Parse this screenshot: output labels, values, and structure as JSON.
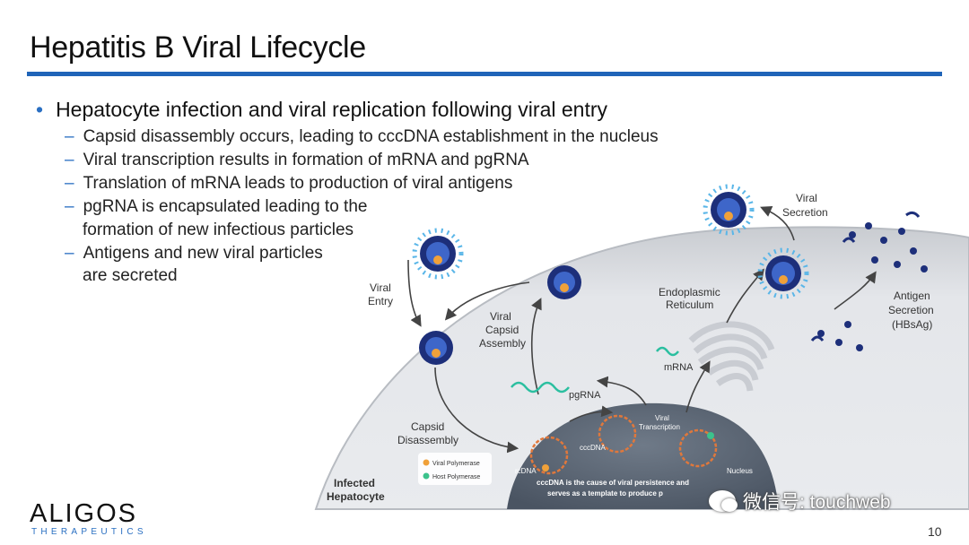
{
  "slide": {
    "title": "Hepatitis B Viral Lifecycle",
    "page_number": "10"
  },
  "bullets": {
    "main": "Hepatocyte infection and viral replication following viral entry",
    "subs": [
      "Capsid disassembly occurs, leading to cccDNA establishment in the nucleus",
      "Viral transcription results in formation of mRNA and pgRNA",
      "Translation of mRNA leads to production of viral antigens",
      "pgRNA is encapsulated leading to the",
      "Antigens and new viral particles"
    ],
    "continuations": [
      "formation of new infectious particles",
      "are secreted"
    ]
  },
  "diagram": {
    "labels": {
      "viral_entry_1": "Viral",
      "viral_entry_2": "Entry",
      "viral_capsid_assembly_1": "Viral",
      "viral_capsid_assembly_2": "Capsid",
      "viral_capsid_assembly_3": "Assembly",
      "capsid_disassembly_1": "Capsid",
      "capsid_disassembly_2": "Disassembly",
      "infected_hepatocyte_1": "Infected",
      "infected_hepatocyte_2": "Hepatocyte",
      "er_1": "Endoplasmic",
      "er_2": "Reticulum",
      "mrna": "mRNA",
      "pgrna": "pgRNA",
      "viral_transcription_1": "Viral",
      "viral_transcription_2": "Transcription",
      "cccdna": "cccDNA",
      "rcdna": "rcDNA",
      "nucleus": "Nucleus",
      "viral_polymerase": "Viral Polymerase",
      "host_polymerase": "Host Polymerase",
      "nucleus_note_1": "cccDNA is the cause of viral persistence and",
      "nucleus_note_2": "serves as a template to produce p",
      "viral_secretion_1": "Viral",
      "viral_secretion_2": "Secretion",
      "antigen_secretion_1": "Antigen",
      "antigen_secretion_2": "Secretion",
      "antigen_secretion_3": "(HBsAg)"
    },
    "colors": {
      "cell": "#dcdee2",
      "nucleus": "#5b6675",
      "capsid": "#1d2f7a",
      "viral_polymerase": "#f0a13a",
      "host_polymerase": "#3cc28c",
      "rna": "#2bbfa0"
    }
  },
  "logo": {
    "name": "ALIGOS",
    "subtitle": "THERAPEUTICS"
  },
  "watermark": {
    "text": "微信号: touchweb"
  }
}
